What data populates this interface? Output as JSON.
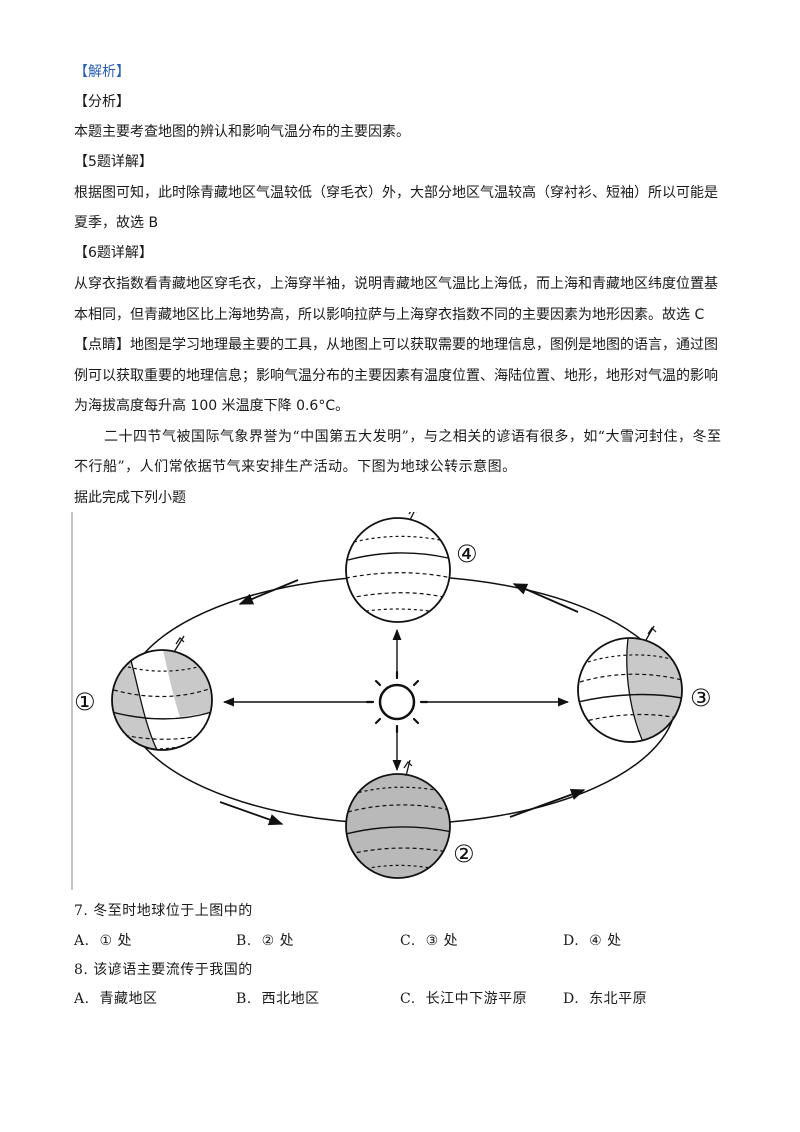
{
  "analysis": {
    "header": "【解析】",
    "fenxi_label": "【分析】",
    "fenxi_text": "本题主要考查地图的辨认和影响气温分布的主要因素。",
    "q5_label": "【5题详解】",
    "q5_line1": "根据图可知，此时除青藏地区气温较低（穿毛衣）外，大部分地区气温较高（穿衬衫、短袖）所以可能是",
    "q5_line2": "夏季，故选 B",
    "q6_label": "【6题详解】",
    "q6_line1": "从穿衣指数看青藏地区穿毛衣，上海穿半袖，说明青藏地区气温比上海低，而上海和青藏地区纬度位置基",
    "q6_line2": "本相同，但青藏地区比上海地势高，所以影响拉萨与上海穿衣指数不同的主要因素为地形因素。故选 C",
    "dianjing_line1": "【点睛】地图是学习地理最主要的工具，从地图上可以获取需要的地理信息，图例是地图的语言，通过图",
    "dianjing_line2": "例可以获取重要的地理信息；影响气温分布的主要因素有温度位置、海陆位置、地形，地形对气温的影响",
    "dianjing_line3": "为海拔高度每升高 100 米温度下降 0.6°C。"
  },
  "passage": {
    "line1": "二十四节气被国际气象界誉为“中国第五大发明”，与之相关的谚语有很多，如“大雪河封住，冬至",
    "line2": "不行船”，人们常依据节气来安排生产活动。下图为地球公转示意图。",
    "line3": "据此完成下列小题"
  },
  "figure": {
    "labels": [
      "①",
      "②",
      "③",
      "④"
    ]
  },
  "questions": [
    {
      "stem": "7.  冬至时地球位于上图中的",
      "options": [
        {
          "key": "A.",
          "text": "① 处"
        },
        {
          "key": "B.",
          "text": "② 处"
        },
        {
          "key": "C.",
          "text": "③ 处"
        },
        {
          "key": "D.",
          "text": "④ 处"
        }
      ]
    },
    {
      "stem": "8.  该谚语主要流传于我国的",
      "options": [
        {
          "key": "A.",
          "text": "青藏地区"
        },
        {
          "key": "B.",
          "text": "西北地区"
        },
        {
          "key": "C.",
          "text": "长江中下游平原"
        },
        {
          "key": "D.",
          "text": "东北平原"
        }
      ]
    }
  ]
}
